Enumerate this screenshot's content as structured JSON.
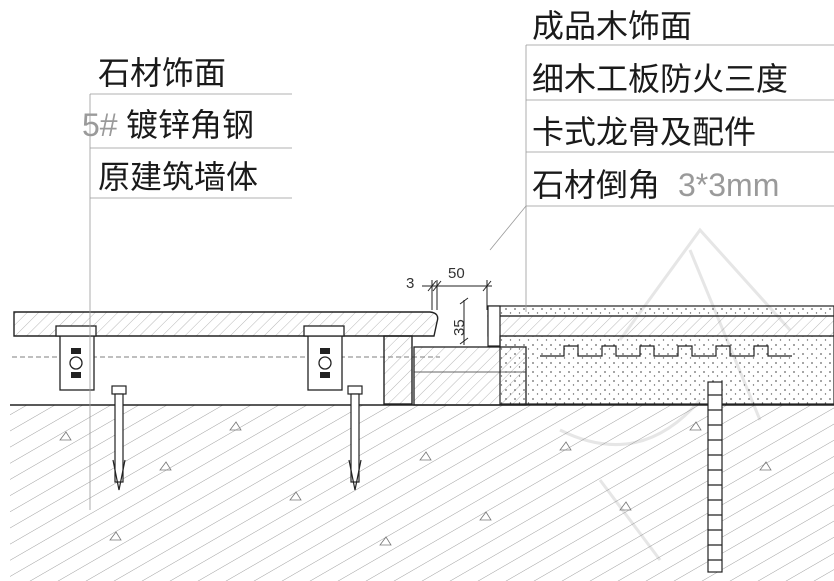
{
  "left_labels": {
    "stone_finish": "石材饰面",
    "steel_angle_num": "5#",
    "steel_angle": "镀锌角钢",
    "original_wall": "原建筑墙体"
  },
  "right_labels": {
    "wood_finish": "成品木饰面",
    "fire_board": "细木工板防火三度",
    "keel": "卡式龙骨及配件",
    "stone_chamfer": "石材倒角",
    "chamfer_size": "3*3mm"
  },
  "dimensions": {
    "d3": "3",
    "d50": "50",
    "d35": "35"
  }
}
